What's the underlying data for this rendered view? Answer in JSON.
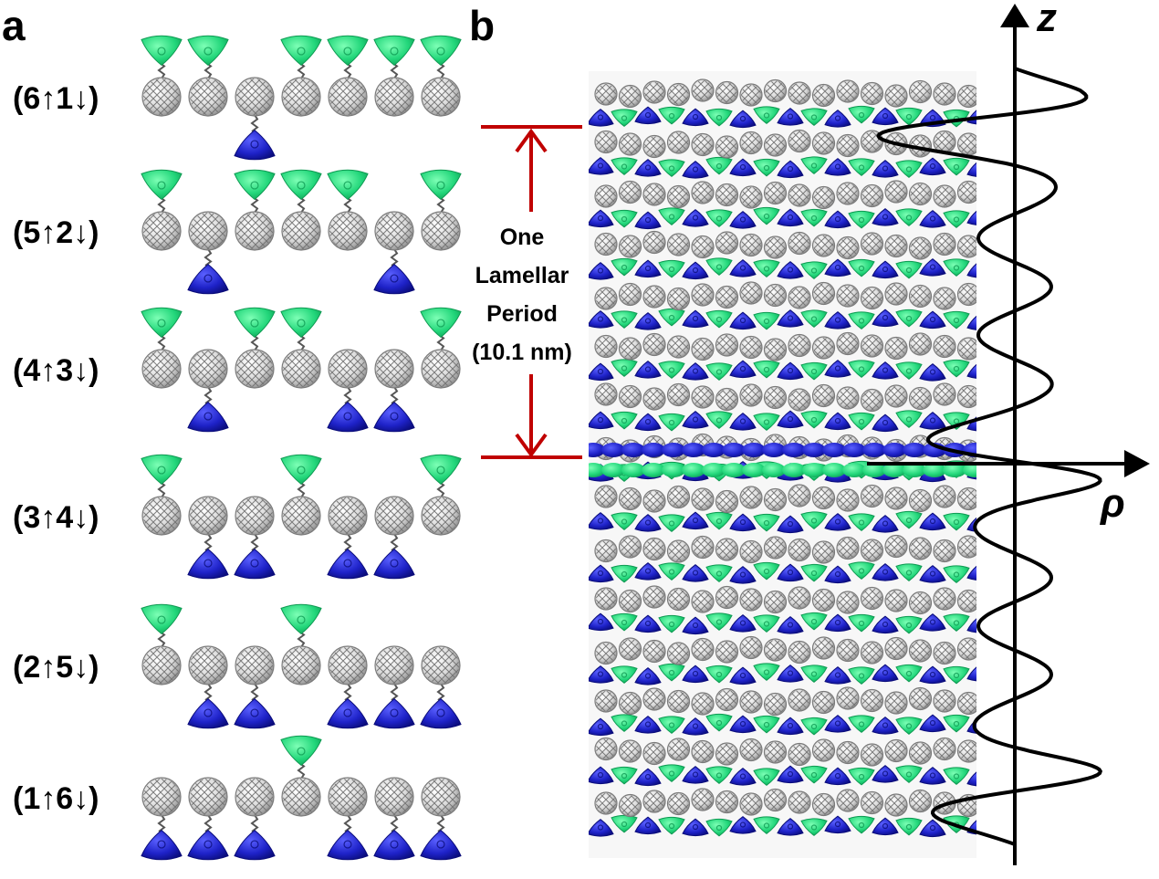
{
  "panel_a": {
    "letter": "a",
    "rows": [
      {
        "label": "(6↑1↓)",
        "pattern": [
          "up",
          "up",
          "down",
          "up",
          "up",
          "up",
          "up"
        ]
      },
      {
        "label": "(5↑2↓)",
        "pattern": [
          "up",
          "down",
          "up",
          "up",
          "up",
          "down",
          "up"
        ]
      },
      {
        "label": "(4↑3↓)",
        "pattern": [
          "up",
          "down",
          "up",
          "up",
          "down",
          "down",
          "up"
        ]
      },
      {
        "label": "(3↑4↓)",
        "pattern": [
          "up",
          "down",
          "down",
          "up",
          "down",
          "down",
          "up"
        ]
      },
      {
        "label": "(2↑5↓)",
        "pattern": [
          "up",
          "down",
          "down",
          "up",
          "down",
          "down",
          "down"
        ]
      },
      {
        "label": "(1↑6↓)",
        "pattern": [
          "down",
          "down",
          "down",
          "up",
          "down",
          "down",
          "down"
        ]
      }
    ]
  },
  "panel_b": {
    "letter": "b",
    "period_lines": [
      "One",
      "Lamellar",
      "Period",
      "(10.1 nm)"
    ],
    "z_axis_label": "z",
    "rho_axis_label": "ρ"
  },
  "colors": {
    "green_head": "#22d67a",
    "green_dark": "#0e9a52",
    "blue_head": "#1e22c8",
    "blue_dark": "#0a0c7a",
    "fullerene": "#e8e8e8",
    "fullerene_edge": "#7a7a7a",
    "period_marker": "#c00000"
  }
}
